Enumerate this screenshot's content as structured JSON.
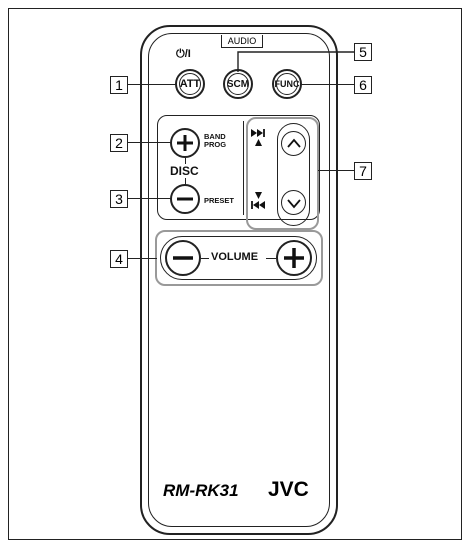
{
  "remote": {
    "power_label": "⏻/I",
    "audio_label": "AUDIO",
    "buttons": {
      "att": "ATT",
      "scm": "SCM",
      "func": "FUNC",
      "band_prog": "BAND\nPROG",
      "disc": "DISC",
      "preset": "PRESET",
      "volume": "VOLUME"
    },
    "model": "RM-RK31",
    "brand": "JVC"
  },
  "callouts": [
    "1",
    "2",
    "3",
    "4",
    "5",
    "6",
    "7"
  ]
}
